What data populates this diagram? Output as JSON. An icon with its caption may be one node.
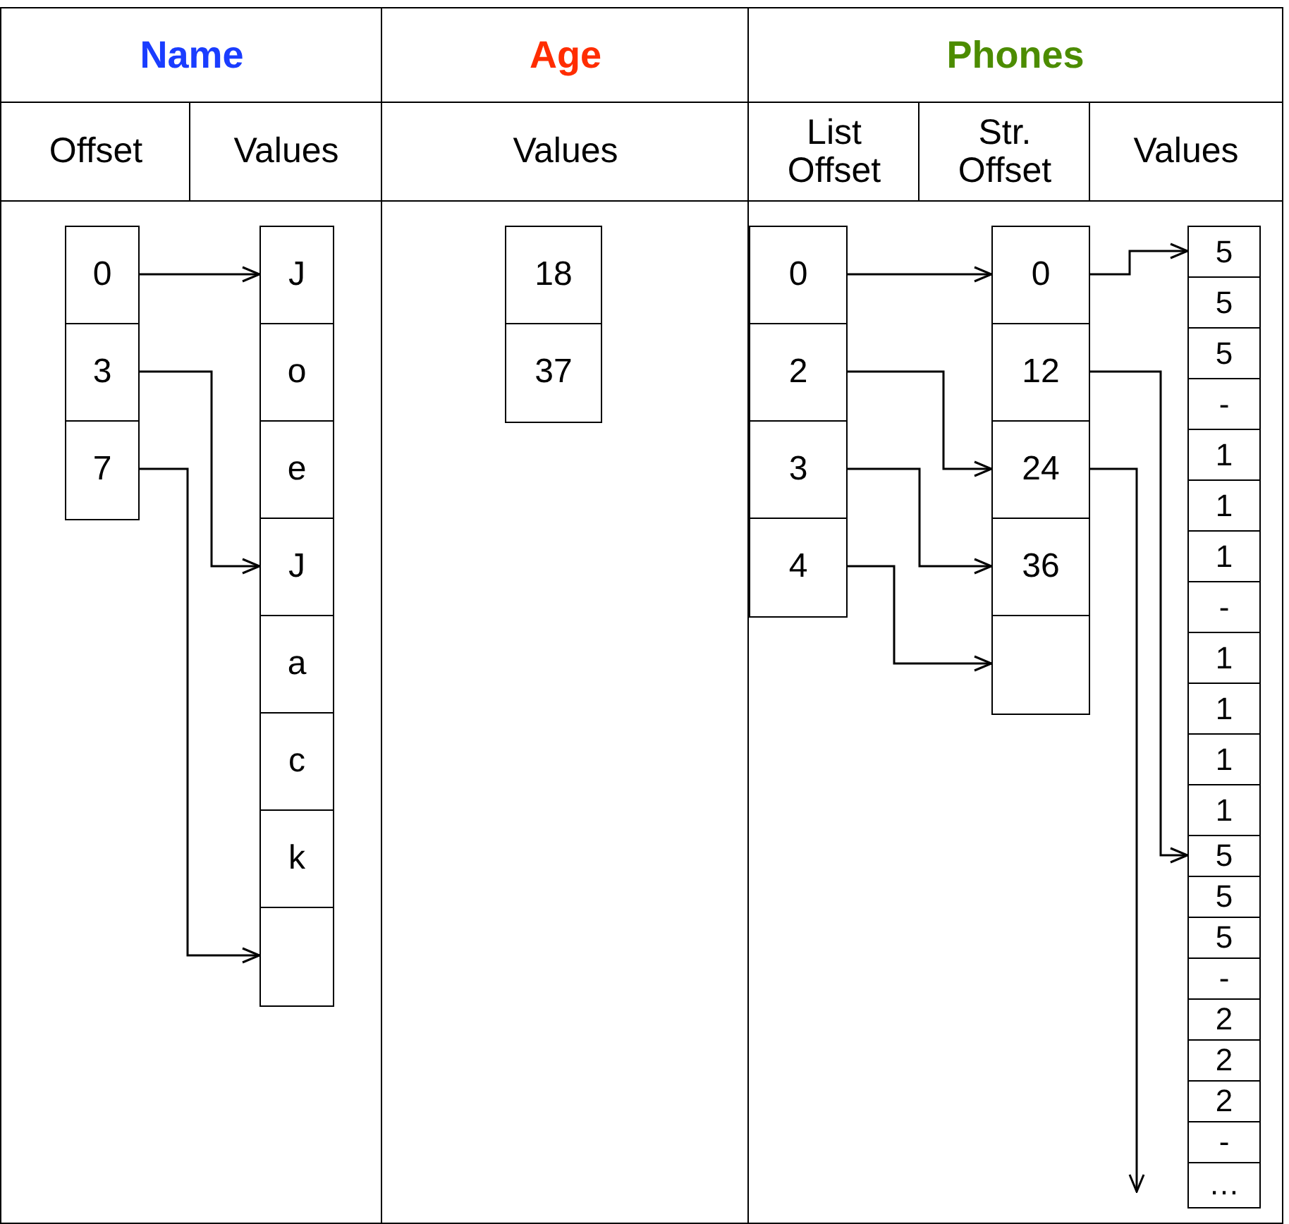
{
  "diagram": {
    "nodes": [
      {
        "text": [
          "0"
        ]
      },
      {
        "text": [
          "3"
        ]
      },
      {
        "text": [
          "7"
        ]
      },
      {
        "text": [
          "J"
        ]
      },
      {
        "text": [
          "o"
        ]
      },
      {
        "text": [
          "e"
        ]
      },
      {
        "text": [
          "J"
        ]
      },
      {
        "text": [
          "a"
        ]
      },
      {
        "text": [
          "c"
        ]
      },
      {
        "text": [
          "k"
        ]
      },
      {
        "text": [],
        "shape": "box"
      },
      {
        "text": [
          "18"
        ]
      },
      {
        "text": [
          "37"
        ]
      },
      {
        "text": [
          "0"
        ]
      },
      {
        "text": [
          "2"
        ]
      },
      {
        "text": [
          "3"
        ]
      },
      {
        "text": [
          "4"
        ]
      },
      {
        "text": [
          "0"
        ]
      },
      {
        "text": [
          "12"
        ]
      },
      {
        "text": [
          "24"
        ]
      },
      {
        "text": [
          "36"
        ]
      },
      {
        "text": [],
        "shape": "box"
      },
      {
        "text": [
          "5"
        ]
      },
      {
        "text": [
          "5"
        ]
      },
      {
        "text": [
          "5"
        ]
      },
      {
        "text": [
          "-"
        ]
      },
      {
        "text": [
          "1"
        ]
      },
      {
        "text": [
          "1"
        ]
      },
      {
        "text": [
          "1"
        ]
      },
      {
        "text": [
          "-"
        ]
      },
      {
        "text": [
          "1"
        ]
      },
      {
        "text": [
          "1"
        ]
      },
      {
        "text": [
          "1"
        ]
      },
      {
        "text": [
          "1"
        ]
      },
      {
        "text": [
          "5"
        ]
      },
      {
        "text": [
          "5"
        ]
      },
      {
        "text": [
          "5"
        ]
      },
      {
        "text": [
          "-"
        ]
      },
      {
        "text": [
          "2"
        ]
      },
      {
        "text": [
          "2"
        ]
      },
      {
        "text": [
          "2"
        ]
      },
      {
        "text": [
          "-"
        ]
      },
      {
        "text": [
          "…"
        ]
      }
    ],
    "edges": [
      {
        "from": 0,
        "to": 3,
        "arrow": "to"
      },
      {
        "from": 1,
        "to": 6,
        "arrow": "to"
      },
      {
        "from": 2,
        "to": 10,
        "arrow": "to"
      },
      {
        "from": 13,
        "to": 17,
        "arrow": "to"
      },
      {
        "from": 14,
        "to": 19,
        "arrow": "to"
      },
      {
        "from": 15,
        "to": 20,
        "arrow": "to"
      },
      {
        "from": 16,
        "to": 21,
        "arrow": "to"
      },
      {
        "from": 17,
        "to": 22,
        "arrow": "to"
      },
      {
        "from": 18,
        "to": 34,
        "arrow": "to"
      },
      {
        "from": 19,
        "to": null,
        "arrow": "to"
      }
    ],
    "labels": [
      "Name",
      "Age",
      "Phones",
      "Offset",
      "Values",
      "Values",
      "List Offset",
      "Str. Offset",
      "Values"
    ]
  }
}
